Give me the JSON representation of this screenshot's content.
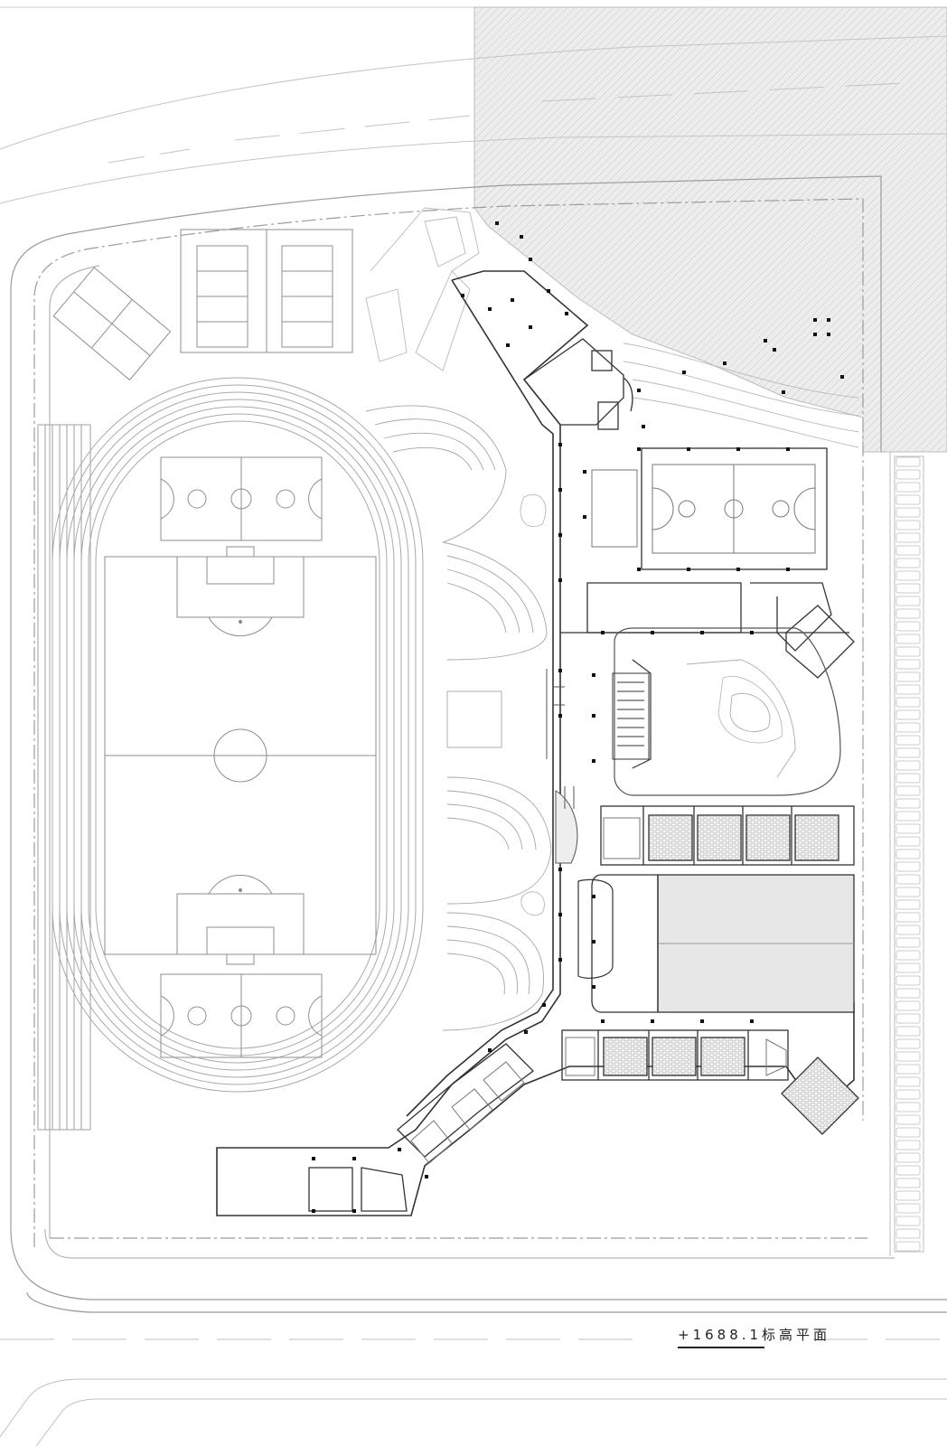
{
  "drawing": {
    "caption": "+1688.1标高平面"
  },
  "classrooms_north": 5,
  "classrooms_south": 3,
  "colors": {
    "line": "#444444",
    "light_line": "#bdbdbd",
    "hatch": "#d9d9d9",
    "column": "#111111"
  }
}
